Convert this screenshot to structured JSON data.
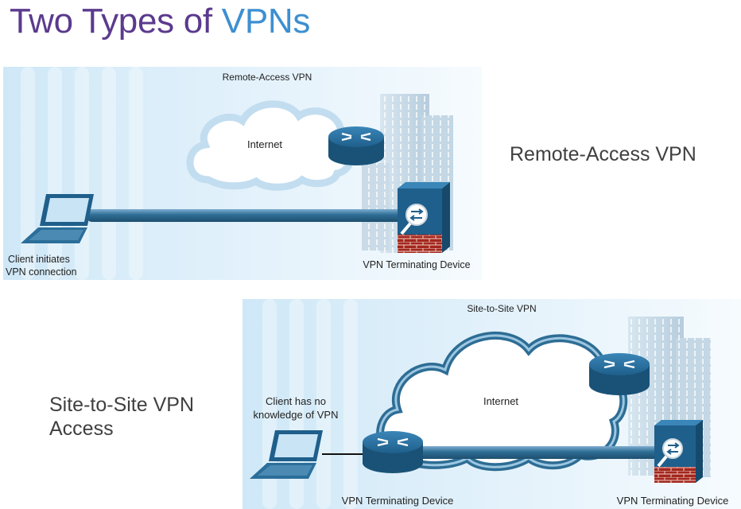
{
  "title": {
    "part1": "Two Types of ",
    "part2": "VPNs"
  },
  "remote": {
    "caption": "Remote-Access VPN",
    "cloud_label": "Internet",
    "client_line1": "Client initiates",
    "client_line2": "VPN connection",
    "device_label": "VPN Terminating Device",
    "side_label": "Remote-Access VPN"
  },
  "site": {
    "caption": "Site-to-Site VPN",
    "cloud_label": "Internet",
    "client_line1": "Client has no",
    "client_line2": "knowledge of VPN",
    "device_left_label": "VPN Terminating Device",
    "device_right_label": "VPN Terminating Device",
    "side_label_line1": "Site-to-Site VPN",
    "side_label_line2": "Access"
  },
  "colors": {
    "title_purple": "#5b3a8e",
    "title_blue": "#3d8fd1",
    "router": "#1f5f8b",
    "tunnel": "#2e6d94",
    "brick": "#a3261d"
  }
}
